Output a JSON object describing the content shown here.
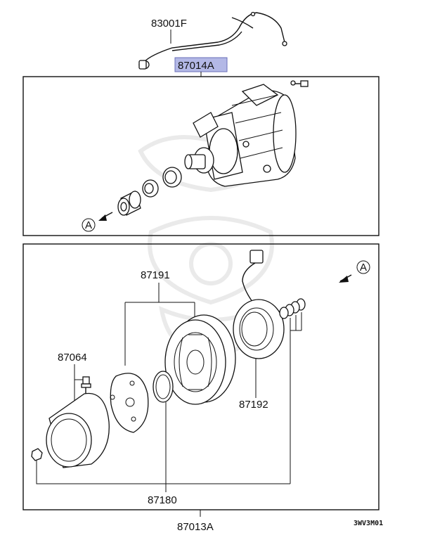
{
  "diagram": {
    "labels": {
      "harness": "83001F",
      "compressor_assy": "87014A",
      "clutch_assy": "87191",
      "bolt": "87064",
      "field_coil": "87192",
      "snap_ring": "87180",
      "compressor_and_clutch": "87013A",
      "ref_a_top": "A",
      "ref_a_right": "A",
      "drawing_code": "3WV3M01"
    },
    "colors": {
      "highlight_fill": "#b3b8e6",
      "highlight_border": "#6a6fb8",
      "line": "#111111",
      "watermark": "#d9d9d9"
    }
  }
}
